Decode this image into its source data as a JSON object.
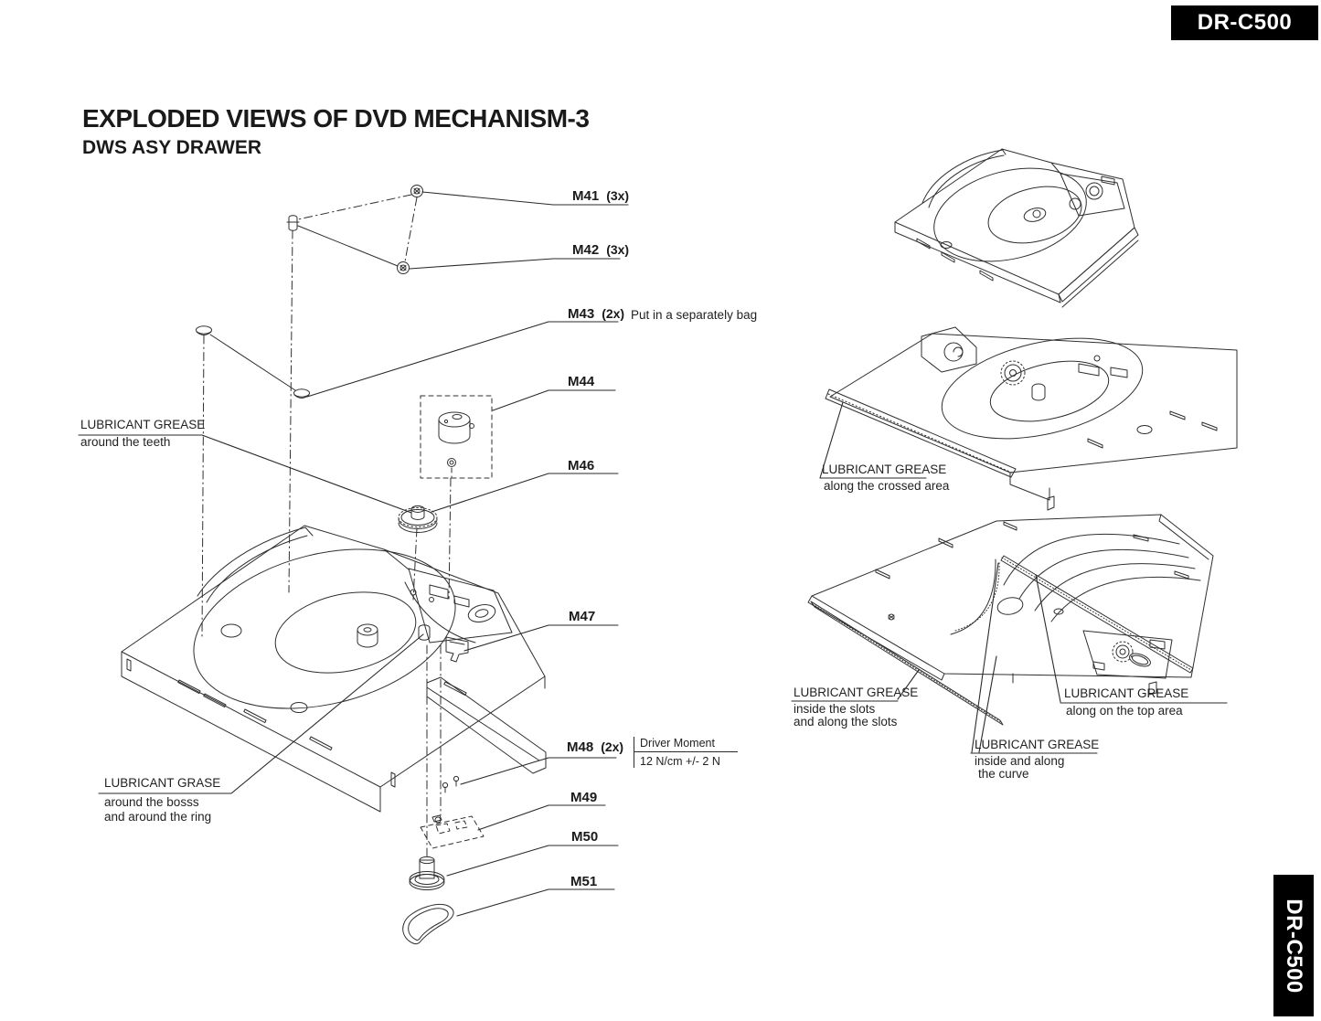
{
  "header": {
    "model": "DR-C500"
  },
  "title": "EXPLODED VIEWS OF DVD MECHANISM-3",
  "subtitle": "DWS ASY DRAWER",
  "parts": [
    {
      "id": "M41",
      "qty": "(3x)"
    },
    {
      "id": "M42",
      "qty": "(3x)"
    },
    {
      "id": "M43",
      "qty": "(2x)",
      "note": "Put in a separately bag"
    },
    {
      "id": "M44",
      "qty": ""
    },
    {
      "id": "M46",
      "qty": ""
    },
    {
      "id": "M47",
      "qty": ""
    },
    {
      "id": "M48",
      "qty": "(2x)",
      "torque": {
        "line1": "Driver Moment",
        "line2": "12 N/cm +/- 2 N"
      }
    },
    {
      "id": "M49",
      "qty": ""
    },
    {
      "id": "M50",
      "qty": ""
    },
    {
      "id": "M51",
      "qty": ""
    }
  ],
  "grease_notes": [
    {
      "title": "LUBRICANT GREASE",
      "lines": [
        "around the teeth"
      ]
    },
    {
      "title": "LUBRICANT GRASE",
      "lines": [
        "around the bosss",
        "and around the ring"
      ]
    },
    {
      "title": "LUBRICANT GREASE",
      "lines": [
        "along the crossed area"
      ]
    },
    {
      "title": "LUBRICANT GREASE",
      "lines": [
        "inside the slots",
        "and along the slots"
      ]
    },
    {
      "title": "LUBRICANT GREASE",
      "lines": [
        "along on the top area"
      ]
    },
    {
      "title": "LUBRICANT GREASE",
      "lines": [
        "inside and along",
        "the curve"
      ]
    }
  ],
  "colors": {
    "ink": "#1a1a1a",
    "line": "#2f2f2f",
    "badge_bg": "#000000",
    "badge_text": "#ffffff"
  }
}
